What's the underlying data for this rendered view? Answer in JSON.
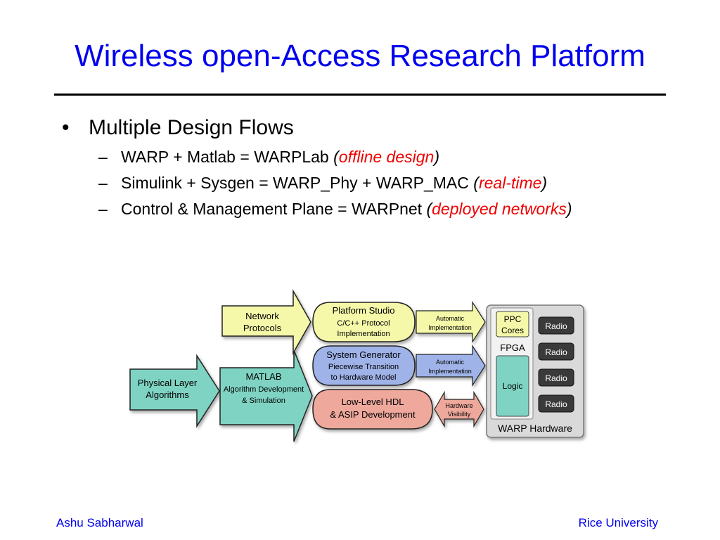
{
  "slide": {
    "title": "Wireless open-Access Research Platform"
  },
  "bullets": {
    "main": "Multiple Design Flows",
    "items": [
      {
        "text": "WARP + Matlab = WARPLab ",
        "open": "(",
        "emph": "offline design",
        "close": ")"
      },
      {
        "text": "Simulink + Sysgen = WARP_Phy + WARP_MAC ",
        "open": "(",
        "emph": "real-time",
        "close": ")"
      },
      {
        "text": "Control & Management Plane = WARPnet ",
        "open": "(",
        "emph": "deployed networks",
        "close": ")"
      }
    ]
  },
  "diagram": {
    "network_protocols": [
      "Network",
      "Protocols"
    ],
    "physical_layer": [
      "Physical Layer",
      "Algorithms"
    ],
    "matlab": [
      "MATLAB",
      "Algorithm Development",
      "& Simulation"
    ],
    "platform_studio": [
      "Platform Studio",
      "C/C++ Protocol",
      "Implementation"
    ],
    "system_generator": [
      "System Generator",
      "Piecewise Transition",
      "to Hardware Model"
    ],
    "low_level_hdl": [
      "Low-Level HDL",
      "& ASIP Development"
    ],
    "automatic_impl_1": [
      "Automatic",
      "Implementation"
    ],
    "automatic_impl_2": [
      "Automatic",
      "Implementation"
    ],
    "hardware_visibility": [
      "Hardware",
      "Visibility"
    ],
    "ppc_cores": [
      "PPC",
      "Cores"
    ],
    "fpga": "FPGA",
    "logic": "Logic",
    "radios": [
      "Radio",
      "Radio",
      "Radio",
      "Radio"
    ],
    "warp_hardware": "WARP Hardware"
  },
  "footer": {
    "left": "Ashu Sabharwal",
    "right": "Rice University"
  },
  "colors": {
    "title": "#0000ee",
    "emphasis": "#ee0000",
    "yellow": "#f4f8a8",
    "teal": "#7fd3c3",
    "blue": "#9fb3e8",
    "pink": "#eea89c",
    "hardware_gray": "#d9d9d9",
    "radio_dark": "#3a3a3a"
  }
}
